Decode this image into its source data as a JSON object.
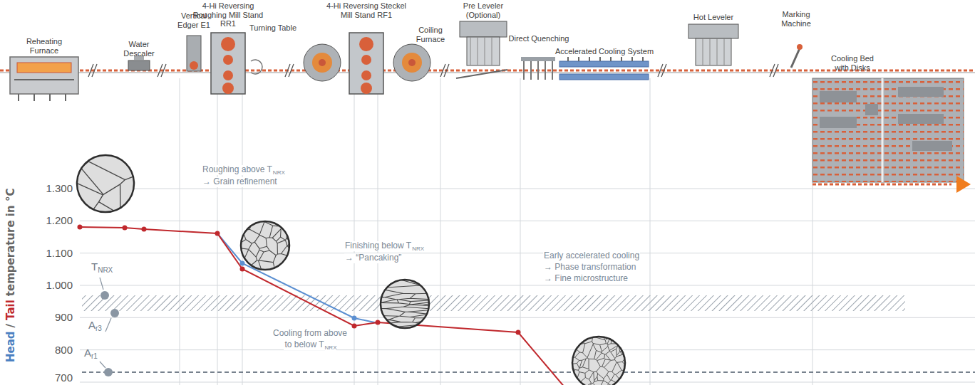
{
  "diagram": {
    "labels": [
      "Reheating Furnace",
      "Water Descaler",
      "Vertical Edger E1",
      "4-Hi Reversing Roughing Mill Stand RR1",
      "Turning Table",
      "4-Hi Reversing Steckel Mill Stand RF1",
      "Coiling Furnace",
      "Pre Leveler (Optional)",
      "Direct Quenching",
      "Accelerated Cooling System",
      "Hot Leveler",
      "Marking Machine",
      "Cooling Bed with Disks",
      "Roughing above T",
      "NRX",
      "→ Grain refinement",
      "Finishing below T",
      "NRX",
      "→ “Pancaking”",
      "Early accelerated cooling",
      "→ Phase transformation",
      "→ Fine microstructure",
      "Cooling from above",
      "to below T",
      "NRX",
      "T",
      "NRX",
      "A",
      "r3",
      "A",
      "r1",
      "Head",
      "/",
      "Tail",
      "temperature in °C",
      "1.300",
      "1.200",
      "1.100",
      "1.000",
      "900",
      "800",
      "700"
    ]
  }
}
